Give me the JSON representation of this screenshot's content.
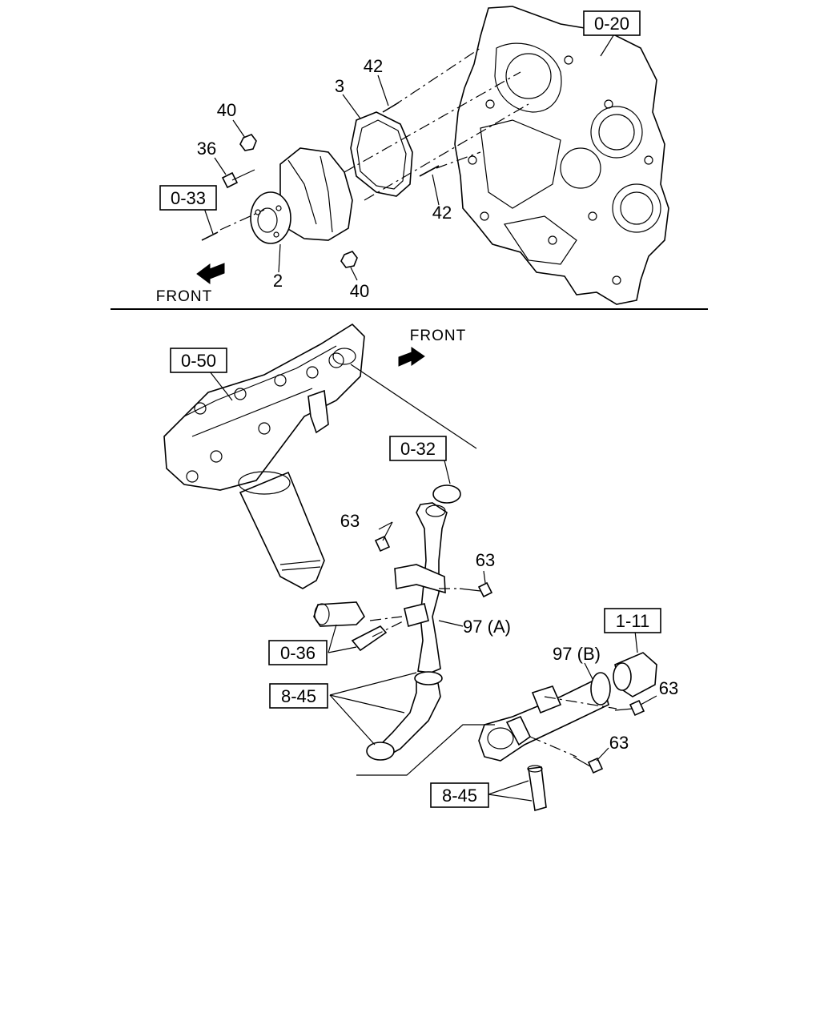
{
  "top_section": {
    "callouts": {
      "ref_0_20": "0-20",
      "ref_0_33": "0-33",
      "part_42_upper": "42",
      "part_42_lower": "42",
      "part_3": "3",
      "part_40_upper": "40",
      "part_40_lower": "40",
      "part_36": "36",
      "part_2": "2"
    },
    "front_label": "FRONT"
  },
  "bottom_section": {
    "callouts": {
      "ref_0_50": "0-50",
      "ref_0_32": "0-32",
      "ref_0_36": "0-36",
      "ref_8_45_left": "8-45",
      "ref_8_45_right": "8-45",
      "ref_1_11": "1-11",
      "part_63_a": "63",
      "part_63_b": "63",
      "part_63_c": "63",
      "part_63_d": "63",
      "part_97a": "97 (A)",
      "part_97b": "97 (B)"
    },
    "front_label": "FRONT"
  }
}
